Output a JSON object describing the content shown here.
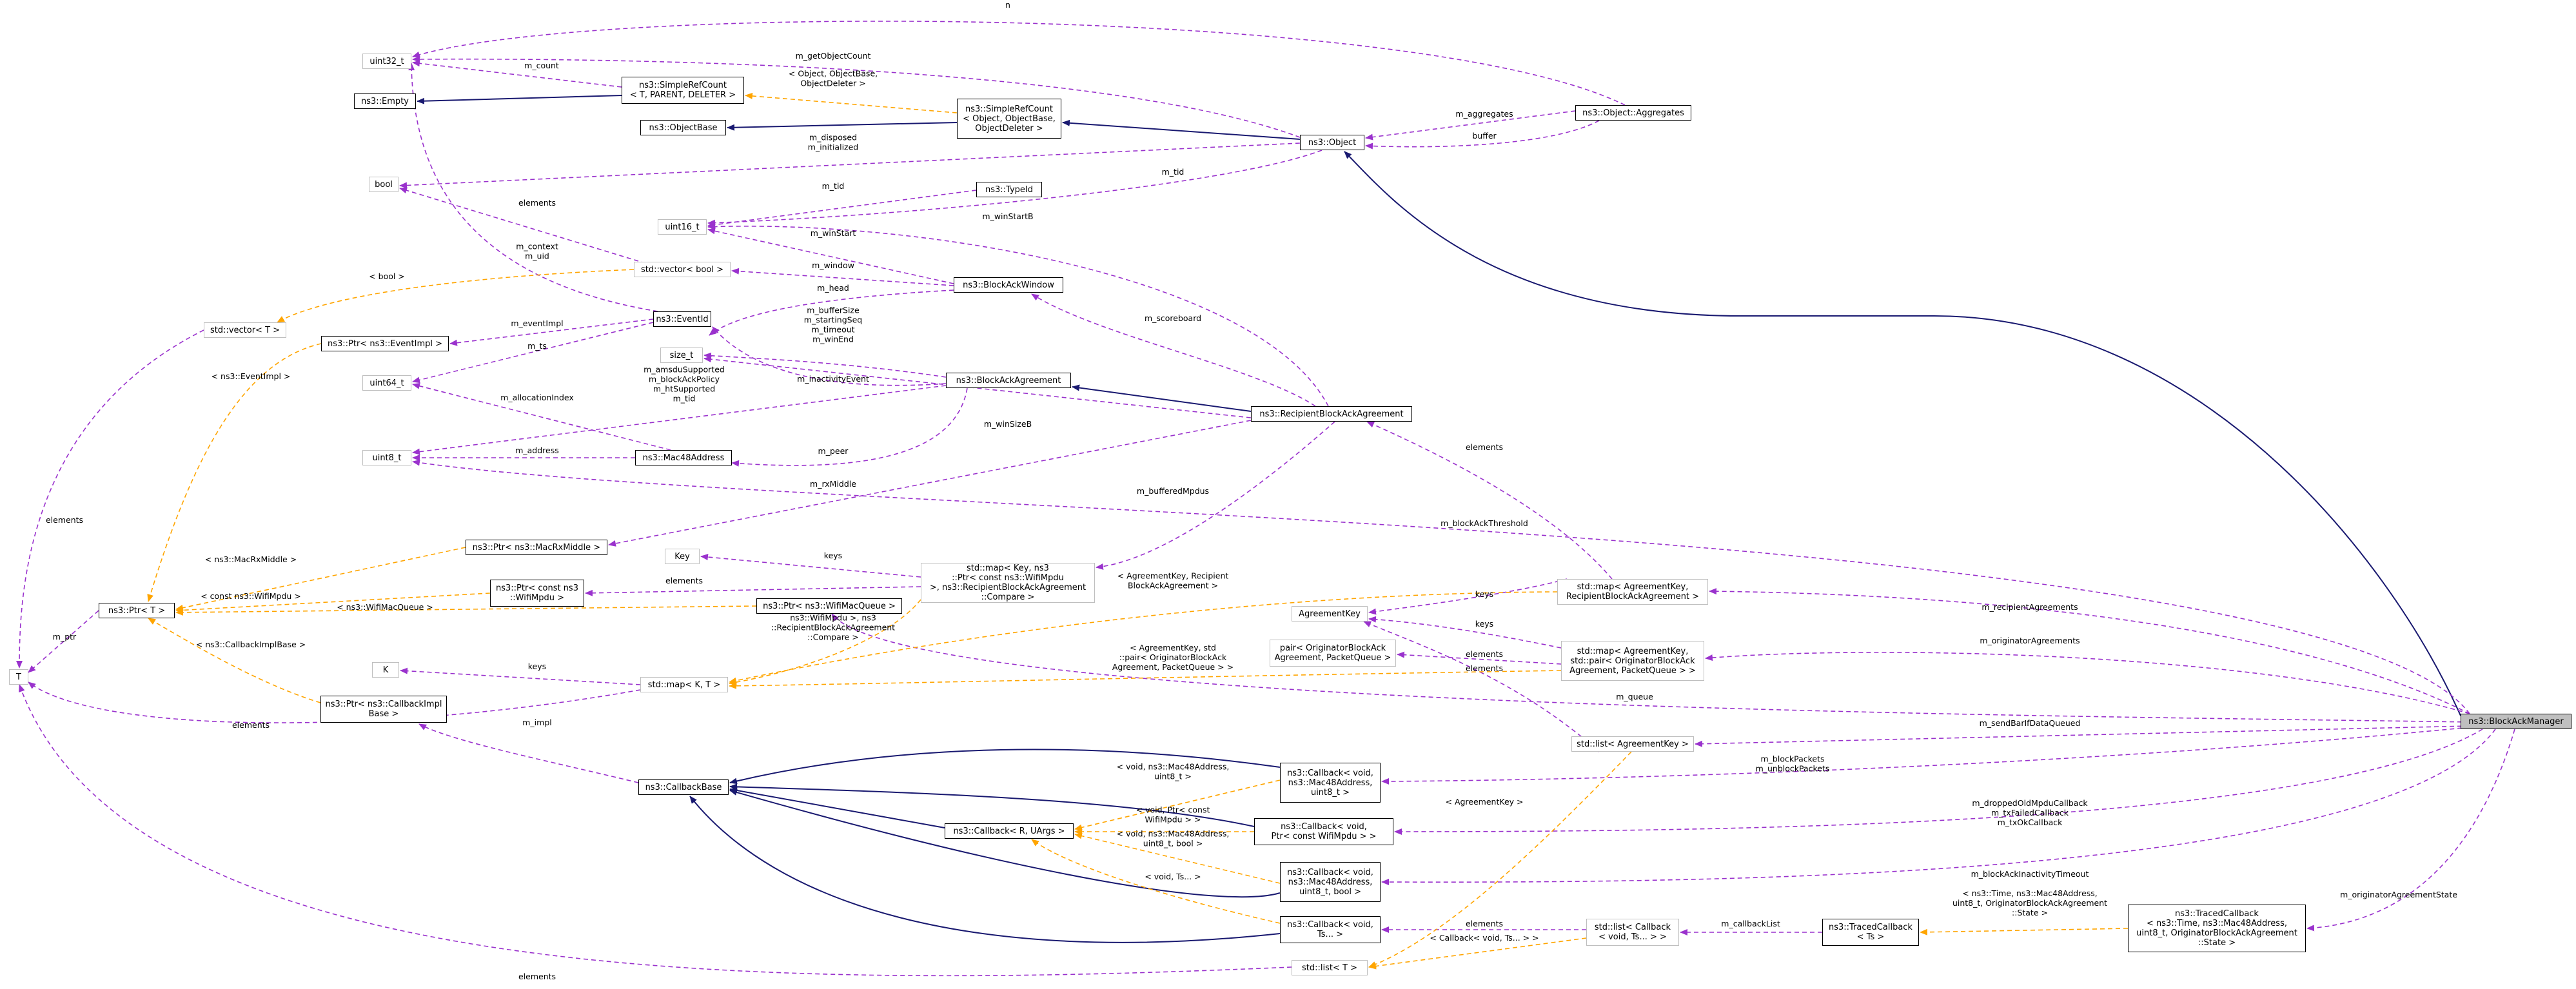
{
  "colors": {
    "inherit": "#191970",
    "usage": "#9a32cd",
    "template": "#ffa500",
    "current_fill": "#bfbfbf",
    "ghost_border": "#bfbfbf"
  },
  "nodes": {
    "uint32_t": "uint32_t",
    "ns3_empty": "ns3::Empty",
    "simple_refcount_t": "ns3::SimpleRefCount\n< T, PARENT, DELETER >",
    "object_base": "ns3::ObjectBase",
    "simple_refcount_object": "ns3::SimpleRefCount\n< Object, ObjectBase,\nObjectDeleter >",
    "object": "ns3::Object",
    "object_aggregates": "ns3::Object::Aggregates",
    "bool": "bool",
    "type_id": "ns3::TypeId",
    "uint16_t": "uint16_t",
    "vector_bool": "std::vector< bool >",
    "block_ack_window": "ns3::BlockAckWindow",
    "vector_t": "std::vector< T >",
    "ptr_eventimpl": "ns3::Ptr< ns3::EventImpl >",
    "event_id": "ns3::EventId",
    "size_t": "size_t",
    "block_ack_agreement": "ns3::BlockAckAgreement",
    "uint64_t": "uint64_t",
    "recipient_block_ack_agreement": "ns3::RecipientBlockAckAgreement",
    "uint8_t": "uint8_t",
    "mac48_address": "ns3::Mac48Address",
    "ptr_macrxmiddle": "ns3::Ptr< ns3::MacRxMiddle >",
    "key": "Key",
    "map_key_ptr_wifimpdu": "std::map< Key, ns3\n::Ptr< const ns3::WifiMpdu\n>, ns3::RecipientBlockAckAgreement\n::Compare >",
    "map_agreementkey_recipient": "std::map< AgreementKey,\nRecipientBlockAckAgreement >",
    "ptr_t": "ns3::Ptr< T >",
    "ptr_const_wifimpdu": "ns3::Ptr< const ns3\n::WifiMpdu >",
    "ptr_wifimacqueue": "ns3::Ptr< ns3::WifiMacQueue >",
    "agreement_key": "AgreementKey",
    "map_agreementkey_originator": "std::map< AgreementKey,\nstd::pair< OriginatorBlockAck\nAgreement, PacketQueue > >",
    "pair_originator": "pair< OriginatorBlockAck\nAgreement, PacketQueue >",
    "t": "T",
    "k": "K",
    "map_k_t": "std::map< K, T >",
    "ptr_callbackimplbase": "ns3::Ptr< ns3::CallbackImpl\nBase >",
    "block_ack_manager": "ns3::BlockAckManager",
    "list_agreementkey": "std::list< AgreementKey >",
    "callback_base": "ns3::CallbackBase",
    "callback_void_mac48_uint8": "ns3::Callback< void,\nns3::Mac48Address,\nuint8_t >",
    "callback_r_uargs": "ns3::Callback< R, UArgs >",
    "callback_void_ptr_wifimpdu": "ns3::Callback< void,\nPtr< const WifiMpdu > >",
    "callback_void_mac48_uint8_bool": "ns3::Callback< void,\nns3::Mac48Address,\nuint8_t, bool >",
    "callback_void_ts": "ns3::Callback< void,\nTs... >",
    "list_callback": "std::list< Callback\n< void, Ts... > >",
    "traced_callback_ts": "ns3::TracedCallback\n< Ts >",
    "traced_callback_state": "ns3::TracedCallback\n< ns3::Time, ns3::Mac48Address,\nuint8_t, OriginatorBlockAckAgreement\n::State >",
    "list_t": "std::list< T >"
  },
  "edge_labels": {
    "n": "n",
    "m_getObjectCount": "m_getObjectCount",
    "m_count": "m_count",
    "obj_base_deleter": "< Object, ObjectBase,\nObjectDeleter >",
    "m_aggregates": "m_aggregates",
    "buffer": "buffer",
    "m_disposed": "m_disposed\nm_initialized",
    "m_tid_typeid": "m_tid",
    "m_tid_uint16": "m_tid",
    "elements_bool": "elements",
    "m_winStartB": "m_winStartB",
    "m_context": "m_context\nm_uid",
    "m_winStart": "m_winStart",
    "m_window": "m_window",
    "bool_tpl": "< bool >",
    "m_head": "m_head",
    "m_scoreboard": "m_scoreboard",
    "m_eventImpl": "m_eventImpl",
    "m_ts": "m_ts",
    "m_bufferSize": "m_bufferSize\nm_startingSeq\nm_timeout\nm_winEnd",
    "m_inactivityEvent": "m_inactivityEvent",
    "eventimpl_tpl": "< ns3::EventImpl >",
    "m_allocationIndex": "m_allocationIndex",
    "m_amsdu": "m_amsduSupported\nm_blockAckPolicy\nm_htSupported\nm_tid",
    "m_winSizeB": "m_winSizeB",
    "m_address": "m_address",
    "m_peer": "m_peer",
    "elements_recip": "elements",
    "elements_vector": "elements",
    "m_rxMiddle": "m_rxMiddle",
    "m_blockAckThreshold": "m_blockAckThreshold",
    "m_bufferedMpdus": "m_bufferedMpdus",
    "macrxmiddle_tpl": "< ns3::MacRxMiddle >",
    "keys_key": "keys",
    "elements_wifimpdu": "elements",
    "m_ptr": "m_ptr",
    "const_wifimpdu_tpl": "< const ns3::WifiMpdu >",
    "wifimacqueue_tpl": "< ns3::WifiMacQueue >",
    "agreementkey_recipient_tpl": "< AgreementKey, Recipient\nBlockAckAgreement >",
    "keys_recip": "keys",
    "m_recipientAgreements": "m_recipientAgreements",
    "keys_orig": "keys",
    "m_originatorAgreements": "m_originatorAgreements",
    "elements_pair": "elements",
    "elements_orig": "elements",
    "key_ptr_tpl": "< Key, ns3::Ptr< const\nns3::WifiMpdu >, ns3\n::RecipientBlockAckAgreement\n::Compare >",
    "callbackimplbase_tpl": "< ns3::CallbackImplBase >",
    "keys_k": "keys",
    "agreementkey_pair_tpl": "< AgreementKey, std\n::pair< OriginatorBlockAck\nAgreement, PacketQueue > >",
    "m_queue": "m_queue",
    "elements_map_t": "elements",
    "m_impl": "m_impl",
    "m_sendBarIfDataQueued": "m_sendBarIfDataQueued",
    "m_blockPackets": "m_blockPackets\nm_unblockPackets",
    "void_mac48_uint8_tpl": "< void, ns3::Mac48Address,\nuint8_t >",
    "agreementkey_tpl": "< AgreementKey >",
    "void_ptr_tpl": "< void, Ptr< const\nWifiMpdu > >",
    "m_dropped": "m_droppedOldMpduCallback\nm_txFailedCallback\nm_txOkCallback",
    "void_mac48_bool_tpl": "< void, ns3::Mac48Address,\nuint8_t, bool >",
    "m_blockAckInactivityTimeout": "m_blockAckInactivityTimeout",
    "void_ts_tpl": "< void, Ts... >",
    "state_tpl": "< ns3::Time, ns3::Mac48Address,\nuint8_t, OriginatorBlockAckAgreement\n::State >",
    "m_originatorAgreementState": "m_originatorAgreementState",
    "elements_callback": "elements",
    "m_callbackList": "m_callbackList",
    "callback_void_ts_tpl": "< Callback< void, Ts... > >",
    "elements_list_t": "elements"
  }
}
